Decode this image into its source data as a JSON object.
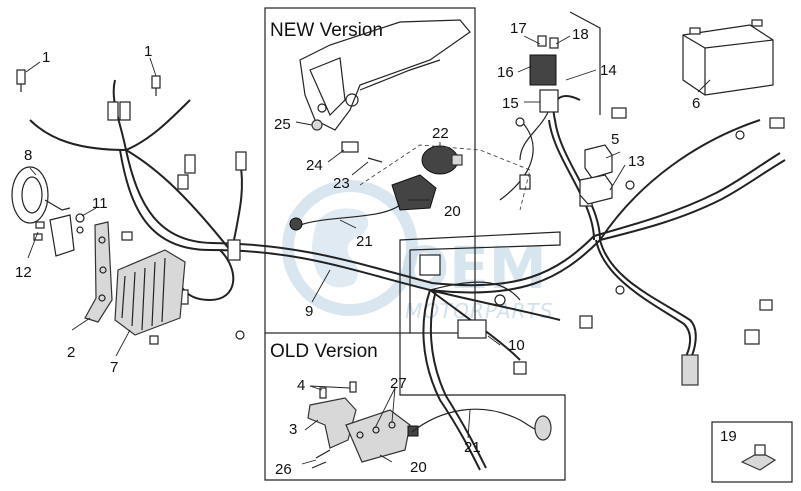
{
  "sections": {
    "new_version_title": "NEW Version",
    "old_version_title": "OLD Version"
  },
  "watermark": {
    "logo_text": "OEM",
    "tagline": "MOTORPARTS"
  },
  "callouts": {
    "c1a": "1",
    "c1b": "1",
    "c2": "2",
    "c3": "3",
    "c4": "4",
    "c5": "5",
    "c6": "6",
    "c7": "7",
    "c8": "8",
    "c9": "9",
    "c10": "10",
    "c11": "11",
    "c12": "12",
    "c13": "13",
    "c14": "14",
    "c15": "15",
    "c16": "16",
    "c17": "17",
    "c18": "18",
    "c19": "19",
    "c20a": "20",
    "c20b": "20",
    "c21a": "21",
    "c21b": "21",
    "c22": "22",
    "c23": "23",
    "c24": "24",
    "c25": "25",
    "c26": "26",
    "c27": "27"
  }
}
